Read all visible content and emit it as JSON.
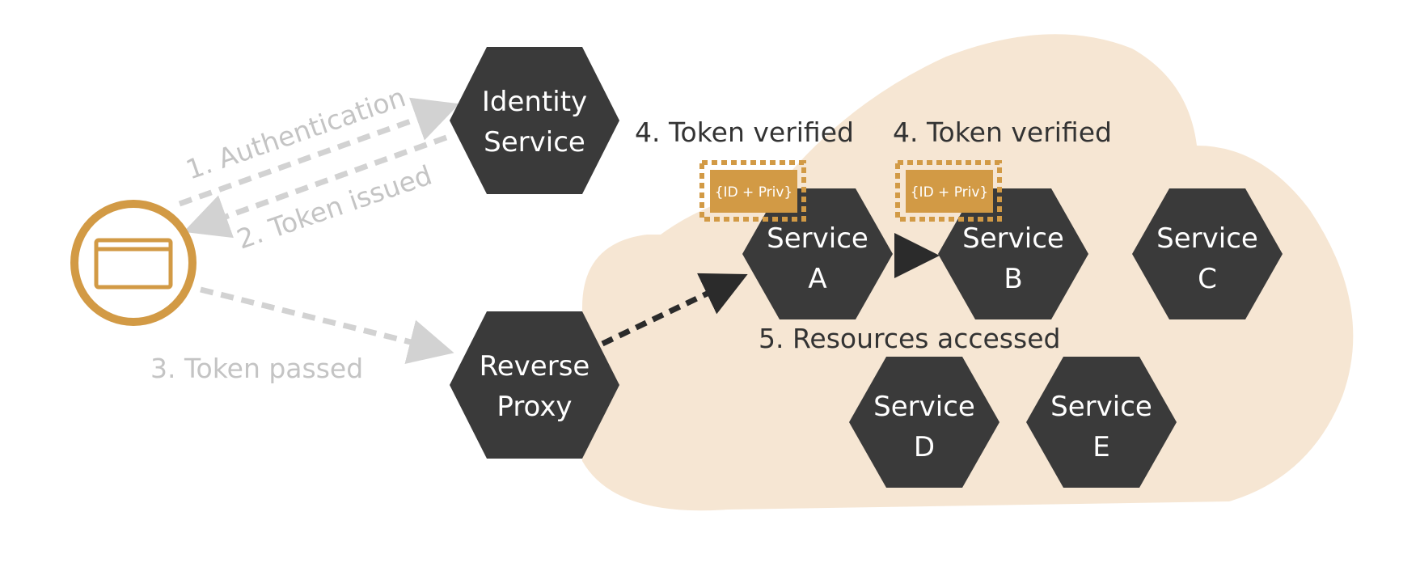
{
  "colors": {
    "cloud": "#f6e6d3",
    "hexagon": "#3a3a3a",
    "accent": "#d29a45",
    "arrow_light": "#d2d2d2",
    "arrow_dark": "#2b2b2b"
  },
  "nodes": {
    "identity": [
      "Identity",
      "Service"
    ],
    "proxy": [
      "Reverse",
      "Proxy"
    ],
    "service_a": [
      "Service",
      "A"
    ],
    "service_b": [
      "Service",
      "B"
    ],
    "service_c": [
      "Service",
      "C"
    ],
    "service_d": [
      "Service",
      "D"
    ],
    "service_e": [
      "Service",
      "E"
    ]
  },
  "client": {
    "icon": "browser-window-icon"
  },
  "steps": {
    "authentication": "1. Authentication",
    "token_issued": "2. Token issued",
    "token_passed": "3. Token passed",
    "token_verified_a": "4. Token verified",
    "token_verified_b": "4. Token verified",
    "resources_accessed": "5. Resources accessed"
  },
  "tokens": {
    "a": "{ID + Priv}",
    "b": "{ID + Priv}"
  }
}
